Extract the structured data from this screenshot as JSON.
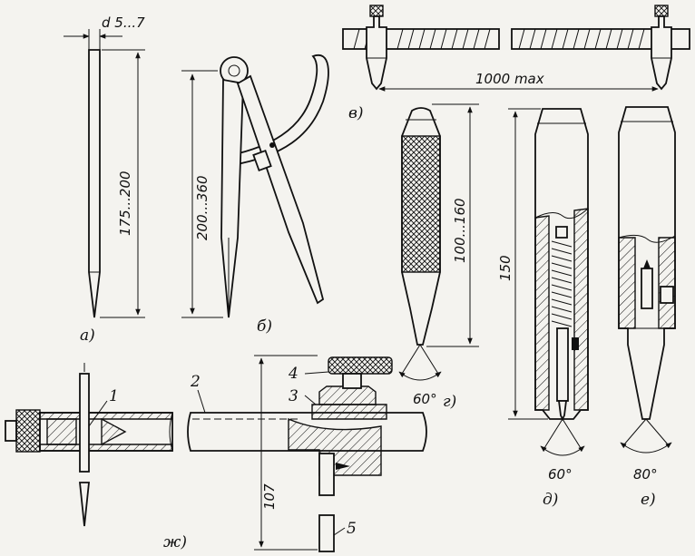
{
  "labels": {
    "a": "а)",
    "b": "б)",
    "v": "в)",
    "g": "г)",
    "d": "д)",
    "e": "е)",
    "zh": "ж)"
  },
  "dimensions": {
    "d_range": "d 5...7",
    "length_a": "175...200",
    "length_b": "200...360",
    "length_v": "1000 max",
    "length_g": "100...160",
    "length_d": "150",
    "height_zh": "107",
    "angle_g": "60°",
    "angle_d": "60°",
    "angle_e": "80°"
  },
  "parts": {
    "p1": "1",
    "p2": "2",
    "p3": "3",
    "p4": "4",
    "p5": "5"
  },
  "colors": {
    "ink": "#111111",
    "paper": "#f4f3ef"
  }
}
